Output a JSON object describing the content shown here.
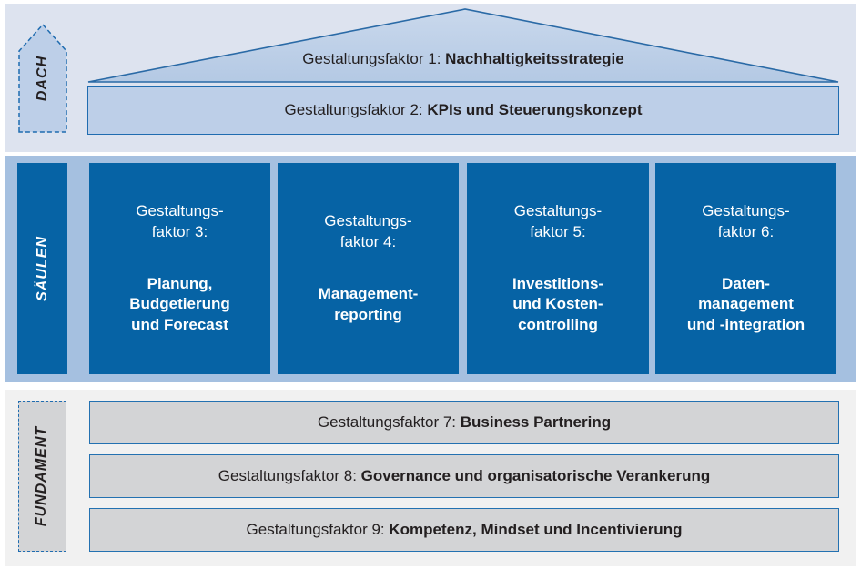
{
  "diagram": {
    "title": "Gestaltungsfaktoren Haus-Modell",
    "colors": {
      "roof_band_bg": "#dde3ef",
      "pillar_band_bg": "#a5c0e0",
      "foundation_band_bg": "#f1f1f1",
      "pillar_fill": "#0663a5",
      "roof_fill": "#bdcfe8",
      "foundation_bar_fill": "#d3d4d6",
      "outline_blue": "#1f6cb0",
      "text_dark": "#231f20",
      "text_light": "#ffffff"
    }
  },
  "sections": {
    "roof": {
      "label": "DACH"
    },
    "pillars": {
      "label": "SÄULEN"
    },
    "foundation": {
      "label": "FUNDAMENT"
    }
  },
  "roof": {
    "triangle": {
      "prefix": "Gestaltungsfaktor 1: ",
      "emphasis": "Nachhaltigkeitsstrategie"
    },
    "bar": {
      "prefix": "Gestaltungsfaktor 2: ",
      "emphasis": "KPIs und Steuerungskonzept"
    }
  },
  "pillars": [
    {
      "head_line_1": "Gestaltungs-",
      "head_line_2": "faktor 3:",
      "body_line_1": "Planung,",
      "body_line_2": "Budgetierung",
      "body_line_3": "und Forecast"
    },
    {
      "head_line_1": "Gestaltungs-",
      "head_line_2": "faktor 4:",
      "body_line_1": "Management-",
      "body_line_2": "reporting",
      "body_line_3": ""
    },
    {
      "head_line_1": "Gestaltungs-",
      "head_line_2": "faktor 5:",
      "body_line_1": "Investitions-",
      "body_line_2": "und Kosten-",
      "body_line_3": "controlling"
    },
    {
      "head_line_1": "Gestaltungs-",
      "head_line_2": "faktor 6:",
      "body_line_1": "Daten-",
      "body_line_2": "management",
      "body_line_3": "und -integration"
    }
  ],
  "foundation_bars": [
    {
      "prefix": "Gestaltungsfaktor 7: ",
      "emphasis": "Business Partnering"
    },
    {
      "prefix": "Gestaltungsfaktor 8: ",
      "emphasis": "Governance und organisatorische Verankerung"
    },
    {
      "prefix": "Gestaltungsfaktor 9: ",
      "emphasis": "Kompetenz, Mindset und Incentivierung"
    }
  ]
}
